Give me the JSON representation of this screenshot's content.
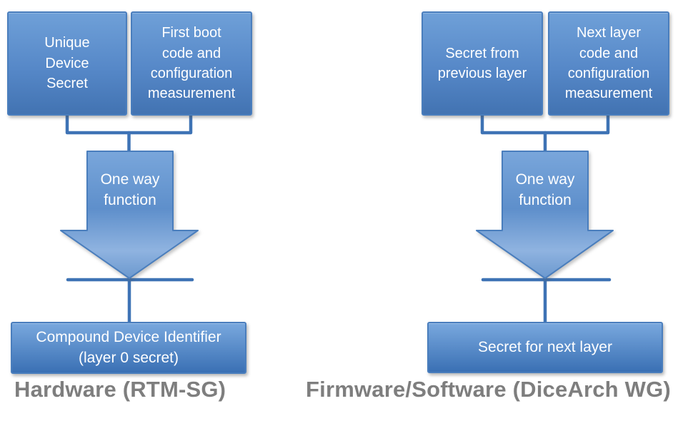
{
  "colors": {
    "background": "#ffffff",
    "box_border": "#4a7ebd",
    "box_gradient_top": "#6fa0d8",
    "box_gradient_mid": "#5688c8",
    "box_gradient_bottom": "#4273b2",
    "output_gradient_top": "#79a8de",
    "output_gradient_bottom": "#3a70b4",
    "arrow_gradient_top": "#79a6db",
    "arrow_gradient_mid": "#5e8fcb",
    "arrow_gradient_lower": "#8fb3e0",
    "arrow_gradient_tip": "#6b98ce",
    "connector": "#3e73b5",
    "box_text": "#ffffff",
    "caption_text": "#7e7e7e"
  },
  "left_diagram": {
    "caption": "Hardware (RTM-SG)",
    "input_boxes": [
      {
        "label": "Unique\nDevice\nSecret"
      },
      {
        "label": "First boot\ncode and\nconfiguration\nmeasurement"
      }
    ],
    "function_label": "One way\nfunction",
    "output_box": {
      "label": "Compound Device Identifier\n(layer 0 secret)"
    }
  },
  "right_diagram": {
    "caption": "Firmware/Software (DiceArch WG)",
    "input_boxes": [
      {
        "label": "Secret from\nprevious layer"
      },
      {
        "label": "Next layer\ncode and\nconfiguration\nmeasurement"
      }
    ],
    "function_label": "One way\nfunction",
    "output_box": {
      "label": "Secret for next layer"
    }
  }
}
